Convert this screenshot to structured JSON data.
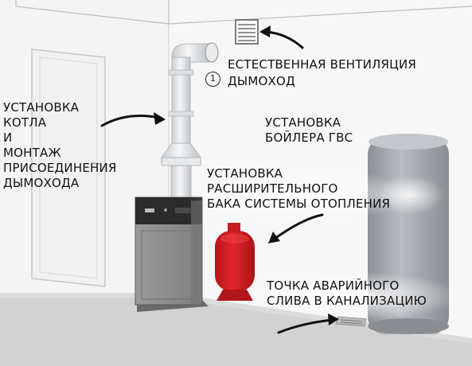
{
  "labels": {
    "ventilation": "ЕСТЕСТВЕННАЯ ВЕНТИЛЯЦИЯ",
    "chimney": "ДЫМОХОД",
    "chimney_number": "1",
    "boiler_install": [
      "УСТАНОВКА",
      "КОТЛА",
      "И",
      "МОНТАЖ",
      "ПРИСОЕДИНЕНИЯ",
      "ДЫМОХОДА"
    ],
    "water_heater": [
      "УСТАНОВКА",
      "БОЙЛЕРА ГВС"
    ],
    "expansion_tank": [
      "УСТАНОВКА",
      "РАСШИРИТЕЛЬНОГО",
      "БАКА СИСТЕМЫ ОТОПЛЕНИЯ"
    ],
    "drain_point": [
      "ТОЧКА АВАРИЙНОГО",
      "СЛИВА В КАНАЛИЗАЦИЮ"
    ]
  },
  "colors": {
    "wall": "#f3f3f3",
    "floor": "#d4d4d4",
    "boiler_body": "#8e8e8e",
    "boiler_panel": "#2a2a2a",
    "tank": "#d7191c",
    "water_heater": "#a9adb2",
    "pipe": "#e6e8ea",
    "arrow": "#111111"
  }
}
